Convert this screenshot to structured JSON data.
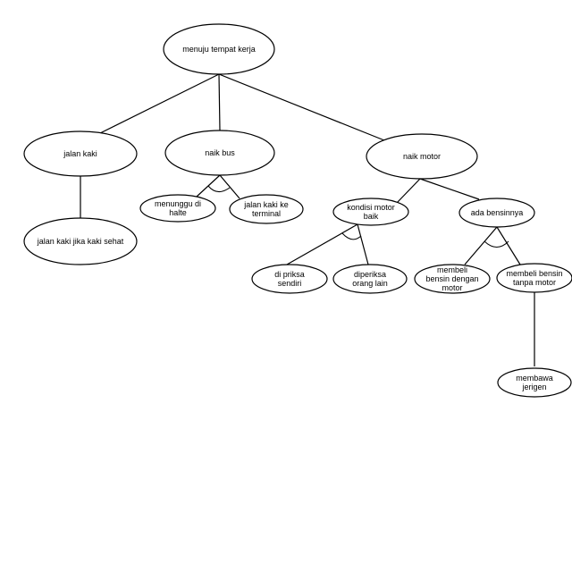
{
  "diagram": {
    "root": {
      "lines": [
        "menuju tempat kerja"
      ]
    },
    "jalan_kaki": {
      "lines": [
        "jalan kaki"
      ]
    },
    "jalan_kaki_sehat": {
      "lines": [
        "jalan kaki jika kaki sehat"
      ]
    },
    "naik_bus": {
      "lines": [
        "naik bus"
      ]
    },
    "menunggu_halte": {
      "lines": [
        "menunggu di",
        "halte"
      ]
    },
    "jalan_kaki_terminal": {
      "lines": [
        "jalan kaki ke",
        "terminal"
      ]
    },
    "naik_motor": {
      "lines": [
        "naik motor"
      ]
    },
    "kondisi_motor": {
      "lines": [
        "kondisi motor",
        "baik"
      ]
    },
    "diperiksa_sendiri": {
      "lines": [
        "di priksa",
        "sendiri"
      ]
    },
    "diperiksa_orang": {
      "lines": [
        "diperiksa",
        "orang lain"
      ]
    },
    "ada_bensin": {
      "lines": [
        "ada bensinnya"
      ]
    },
    "beli_dengan_motor": {
      "lines": [
        "membeli",
        "bensin dengan",
        "motor"
      ]
    },
    "beli_tanpa_motor": {
      "lines": [
        "membeli bensin",
        "tanpa motor"
      ]
    },
    "membawa_jerigen": {
      "lines": [
        "membawa",
        "jerigen"
      ]
    }
  }
}
